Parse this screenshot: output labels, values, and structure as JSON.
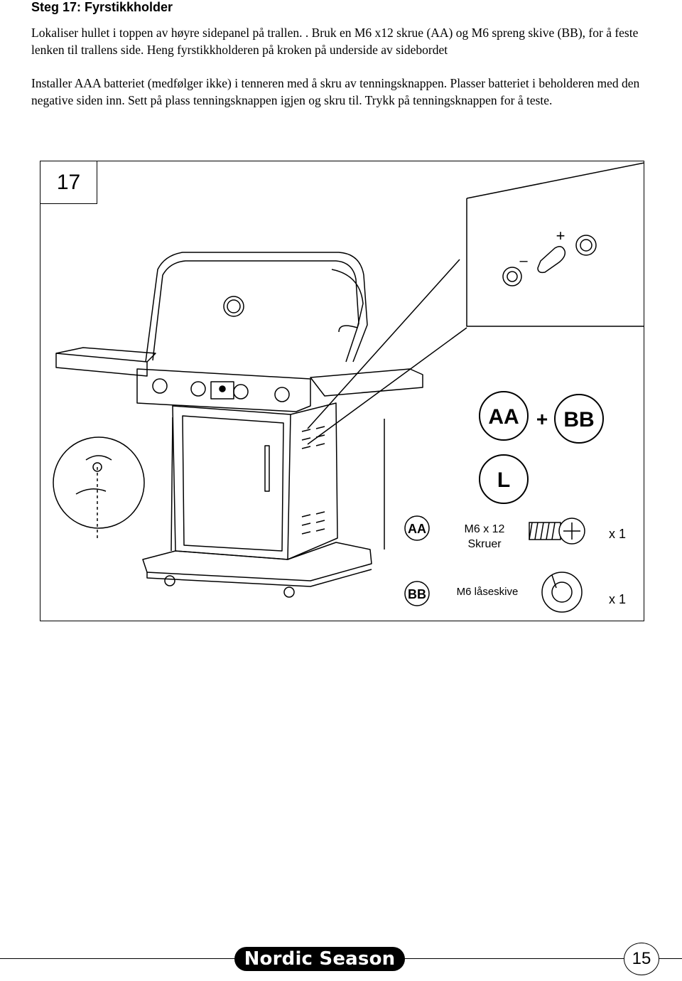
{
  "heading": "Steg 17: Fyrstikkholder",
  "paragraphs": [
    "Lokaliser hullet i toppen av høyre sidepanel på trallen. . Bruk en M6 x12 skrue (AA) og M6 spreng skive (BB), for å feste lenken til trallens side. Heng fyrstikkholderen på kroken på underside av sidebordet",
    "Installer AAA batteriet (medfølger ikke) i tenneren med å skru av tenningsknappen. Plasser batteriet i beholderen med den negative siden inn. Sett på plass tenningsknappen igjen og skru til. Trykk på tenningsknappen for å teste."
  ],
  "figure": {
    "step_number": "17",
    "callouts": {
      "aa": "AA",
      "plus": "+",
      "bb": "BB",
      "l": "L"
    },
    "battery_symbols": {
      "plus": "+",
      "minus": "–"
    },
    "parts": [
      {
        "code": "AA",
        "name_line1": "M6 x 12",
        "name_line2": "Skruer",
        "qty": "x 1",
        "icon": "screw-icon"
      },
      {
        "code": "BB",
        "name_line1": "M6 låseskive",
        "name_line2": "",
        "qty": "x 1",
        "icon": "lock-washer-icon"
      }
    ]
  },
  "footer": {
    "brand": "Nordic Season",
    "page_number": "15"
  }
}
